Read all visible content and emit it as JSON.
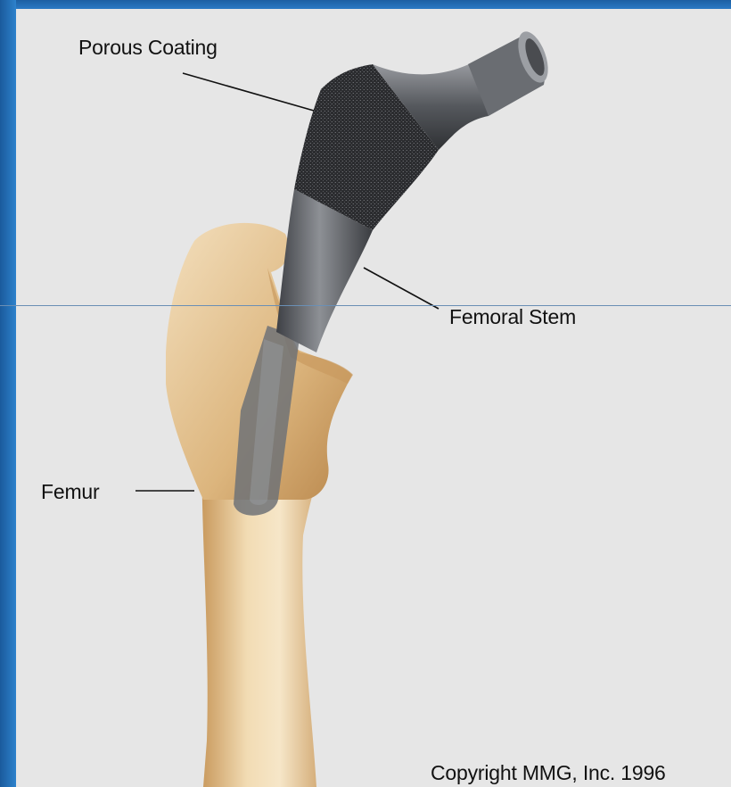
{
  "diagram": {
    "labels": {
      "porous_coating": "Porous Coating",
      "femoral_stem": "Femoral Stem",
      "femur": "Femur"
    },
    "copyright": "Copyright MMG, Inc. 1996"
  },
  "colors": {
    "background": "#e6e6e6",
    "frame": "#1f6fb7",
    "bone": "#e3c594",
    "implant": "#5a5c61",
    "coating": "#2a2b2e"
  }
}
